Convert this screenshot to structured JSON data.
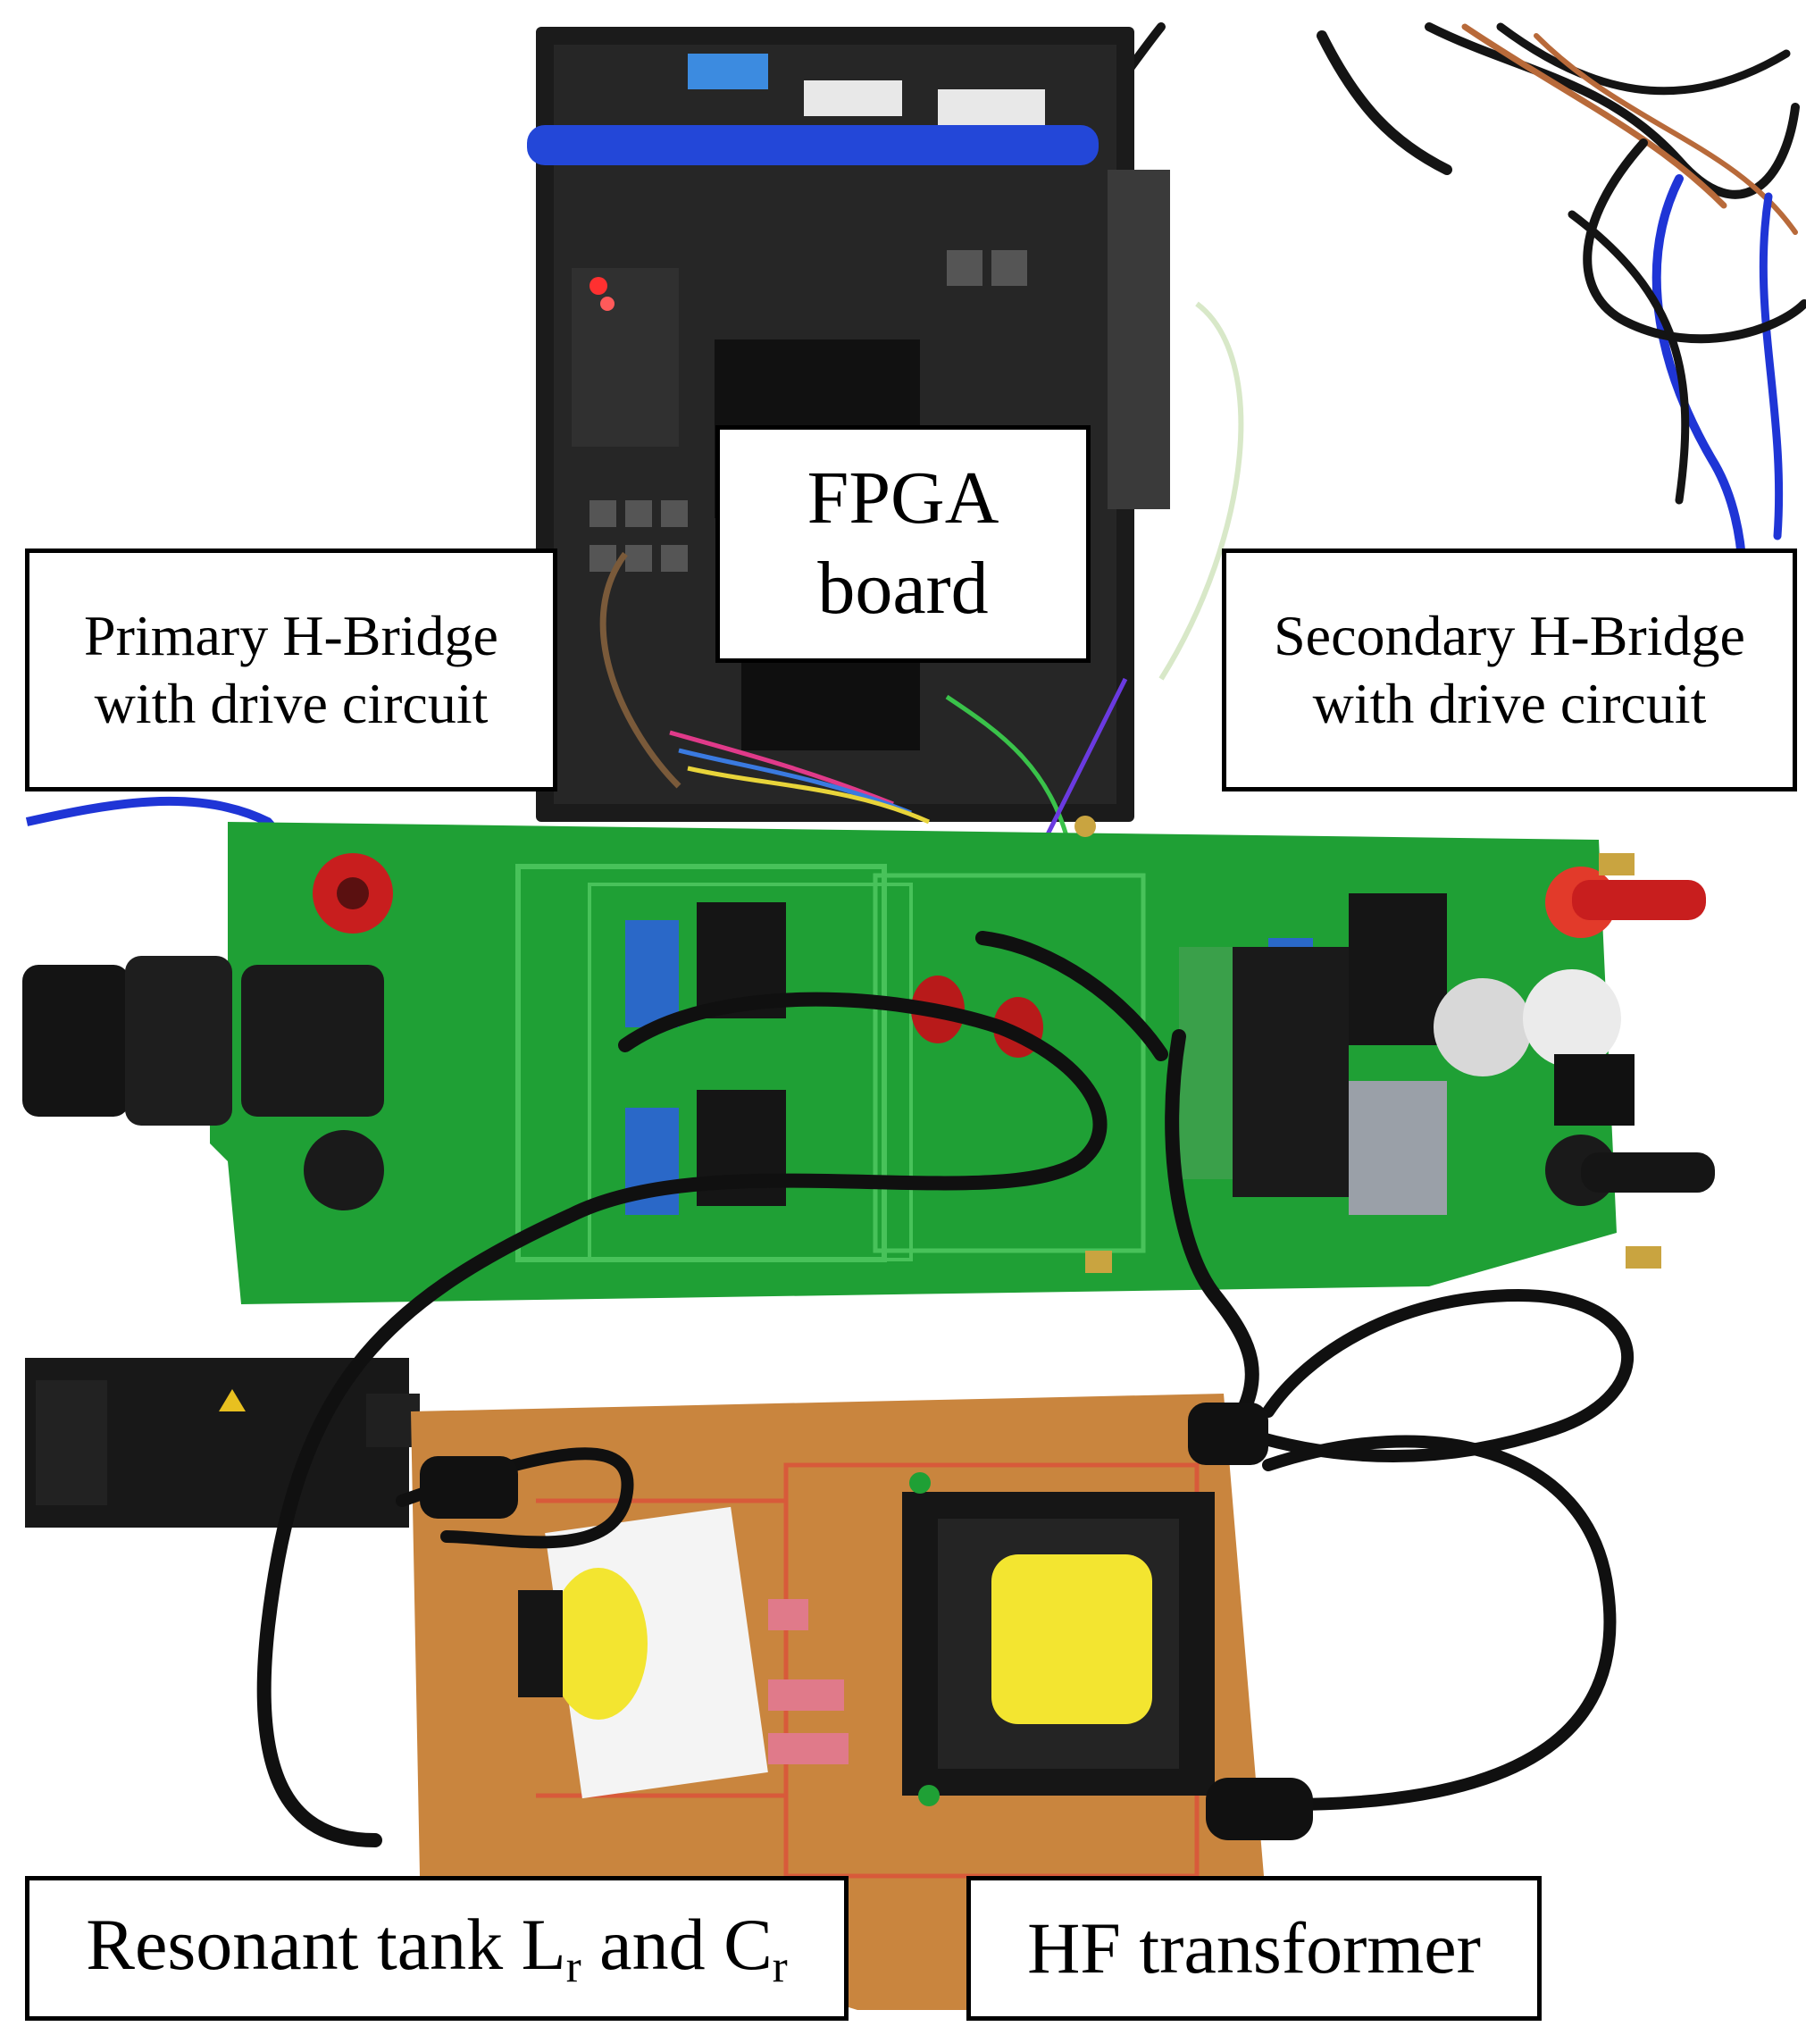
{
  "labels": {
    "fpga": {
      "line1": "FPGA",
      "line2": "board"
    },
    "primary": {
      "line1": "Primary H-Bridge",
      "line2": "with drive circuit"
    },
    "secondary": {
      "line1": "Secondary H-Bridge",
      "line2": "with drive circuit"
    },
    "resonant": {
      "prefix": "Resonant tank L",
      "sub1": "r",
      "middle": " and C",
      "sub2": "r"
    },
    "transformer": {
      "text": "HF transformer"
    }
  },
  "colors": {
    "pcb_green": "#1fa035",
    "fpga_black": "#1b1b1b",
    "protoboard_orange": "#c9853e",
    "transformer_yellow": "#f3e530",
    "wire_blue": "#1f35d6",
    "wire_black": "#101010",
    "connector_red": "#c81e1e"
  }
}
